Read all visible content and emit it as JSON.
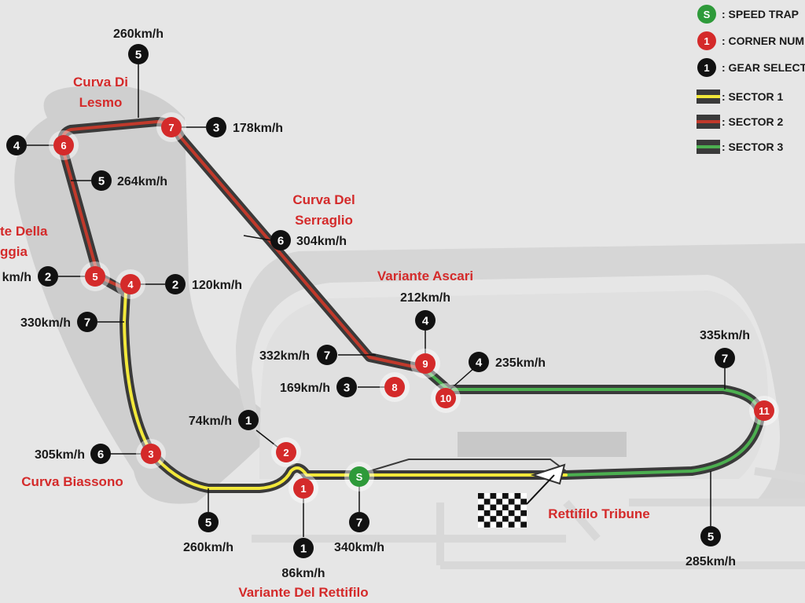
{
  "map": {
    "colors": {
      "background": "#e6e6e6",
      "shade": "#cfcfcf",
      "track": "#3a3a3a",
      "sector1": "#f2e83a",
      "sector2": "#c0392b",
      "sector3": "#4caf50",
      "corner": "#d42a2a",
      "gear": "#111111",
      "speedtrap": "#2e9a3a",
      "label_red": "#d42a2a"
    },
    "legend": [
      {
        "kind": "speedtrap",
        "symbol": "S",
        "label": ": SPEED TRAP"
      },
      {
        "kind": "corner",
        "symbol": "1",
        "label": ": CORNER NUM"
      },
      {
        "kind": "gear",
        "symbol": "1",
        "label": ": GEAR SELECT"
      },
      {
        "kind": "sector1",
        "symbol": "",
        "label": ": SECTOR 1"
      },
      {
        "kind": "sector2",
        "symbol": "",
        "label": ": SECTOR 2"
      },
      {
        "kind": "sector3",
        "symbol": "",
        "label": ": SECTOR 3"
      }
    ],
    "corners": [
      "1",
      "2",
      "3",
      "4",
      "5",
      "6",
      "7",
      "8",
      "9",
      "10",
      "11"
    ],
    "speedtrap": "S",
    "names": {
      "lesmo_1": "Curva Di",
      "lesmo_2": "Lesmo",
      "serraglio_1": "Curva Del",
      "serraglio_2": "Serraglio",
      "roggia_1": "te Della",
      "roggia_2": "ggia",
      "ascari": "Variante Ascari",
      "biassono": "Curva Biassono",
      "tribune": "Rettifilo Tribune",
      "rettifilo": "Variante Del Rettifilo"
    },
    "gear_points": [
      {
        "gear": "5",
        "speed": "260km/h"
      },
      {
        "gear": "3",
        "speed": "178km/h"
      },
      {
        "gear": "4",
        "speed": ""
      },
      {
        "gear": "5",
        "speed": "264km/h"
      },
      {
        "gear": "6",
        "speed": "304km/h"
      },
      {
        "gear": "2",
        "speed": "km/h"
      },
      {
        "gear": "2",
        "speed": "120km/h"
      },
      {
        "gear": "7",
        "speed": "330km/h"
      },
      {
        "gear": "4",
        "speed": "212km/h"
      },
      {
        "gear": "7",
        "speed": "332km/h"
      },
      {
        "gear": "4",
        "speed": "235km/h"
      },
      {
        "gear": "3",
        "speed": "169km/h"
      },
      {
        "gear": "7",
        "speed": "335km/h"
      },
      {
        "gear": "1",
        "speed": "74km/h"
      },
      {
        "gear": "6",
        "speed": "305km/h"
      },
      {
        "gear": "5",
        "speed": "260km/h"
      },
      {
        "gear": "1",
        "speed": "86km/h"
      },
      {
        "gear": "7",
        "speed": "340km/h"
      },
      {
        "gear": "5",
        "speed": "285km/h"
      }
    ]
  }
}
